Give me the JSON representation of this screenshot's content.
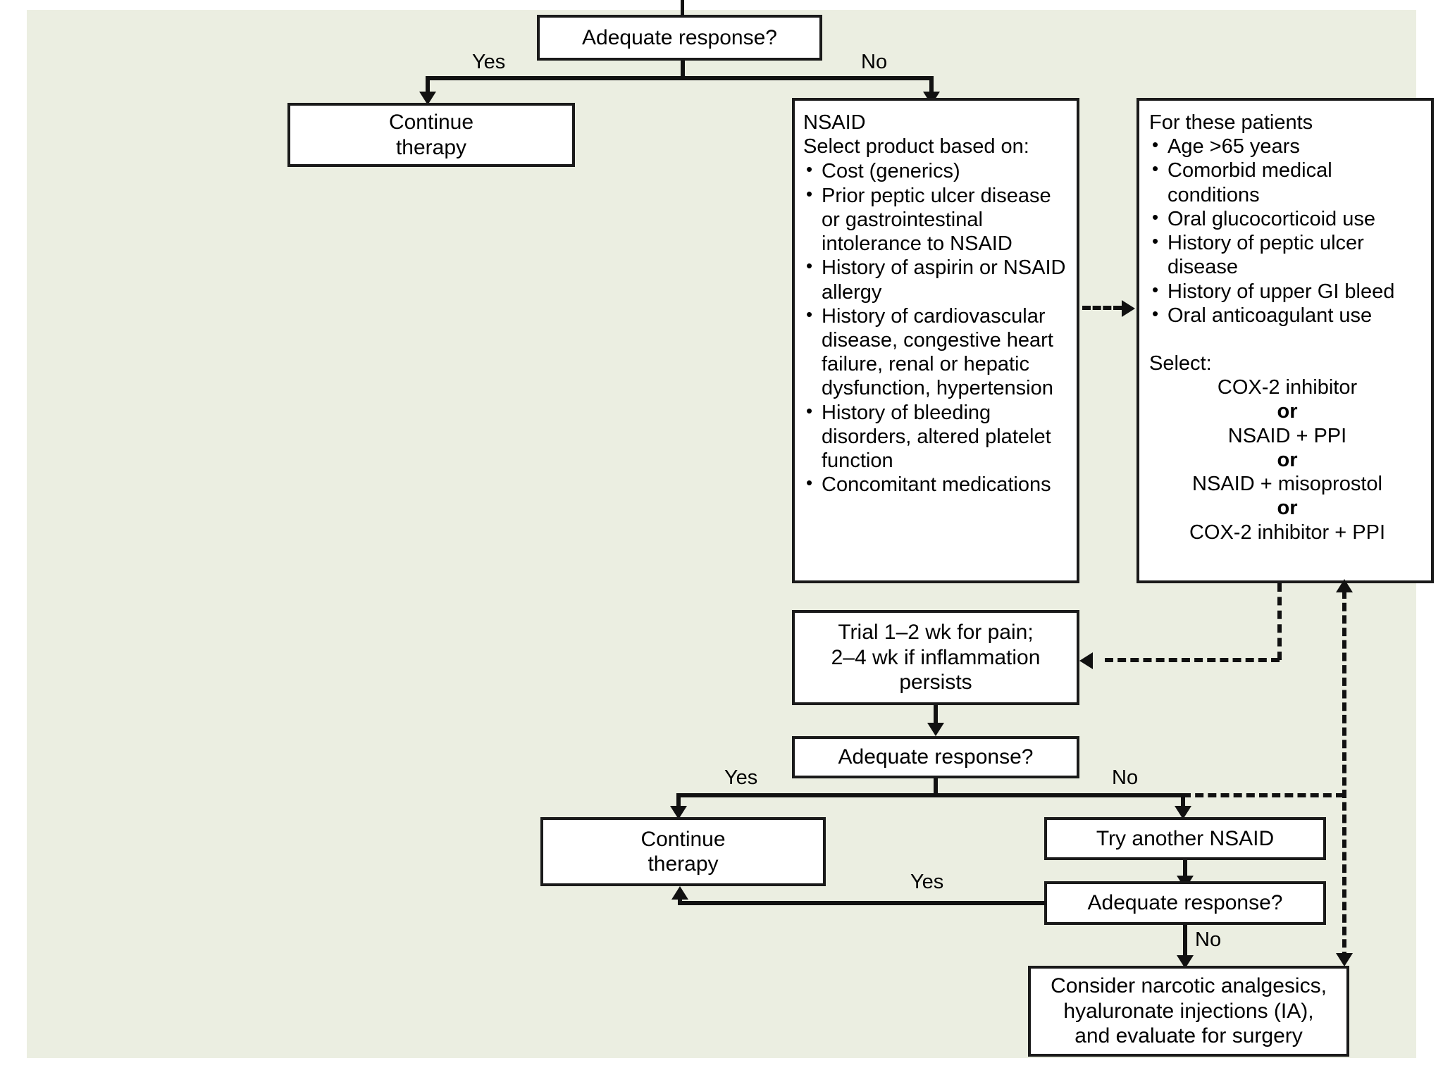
{
  "figure": {
    "background_color": "#ebeee1",
    "box_fill": "#ffffff",
    "line_color": "#111111"
  },
  "nodes": {
    "top_decision": {
      "text": "Adequate response?"
    },
    "continue_top": {
      "line1": "Continue",
      "line2": "therapy"
    },
    "nsaid": {
      "title": "NSAID",
      "subtitle": "Select product based on:",
      "bullets": [
        "Cost (generics)",
        "Prior peptic ulcer disease or gastrointestinal intolerance to NSAID",
        "History of aspirin or NSAID allergy",
        "History of cardiovascular disease, congestive heart failure, renal or hepatic dysfunction, hypertension",
        "History of bleeding disorders, altered platelet function",
        "Concomitant medications"
      ]
    },
    "for_these_patients": {
      "title": "For these patients",
      "bullets": [
        "Age >65 years",
        "Comorbid medical conditions",
        "Oral glucocorticoid use",
        "History of peptic ulcer disease",
        "History of upper GI bleed",
        "Oral anticoagulant use"
      ],
      "select_label": "Select:",
      "options": [
        "COX-2 inhibitor",
        "NSAID + PPI",
        "NSAID + misoprostol",
        "COX-2 inhibitor + PPI"
      ],
      "separator": "or"
    },
    "trial": {
      "line1": "Trial 1–2 wk for pain;",
      "line2": "2–4 wk if inflammation",
      "line3": "persists"
    },
    "decision_2": {
      "text": "Adequate response?"
    },
    "continue_bottom": {
      "line1": "Continue",
      "line2": "therapy"
    },
    "try_another": {
      "text": "Try another NSAID"
    },
    "decision_3": {
      "text": "Adequate response?"
    },
    "consider": {
      "line1": "Consider narcotic analgesics,",
      "line2": "hyaluronate injections (IA),",
      "line3": "and evaluate for surgery"
    }
  },
  "edge_labels": {
    "top_yes": "Yes",
    "top_no": "No",
    "mid_yes": "Yes",
    "mid_no": "No",
    "low_yes": "Yes",
    "low_no": "No"
  }
}
